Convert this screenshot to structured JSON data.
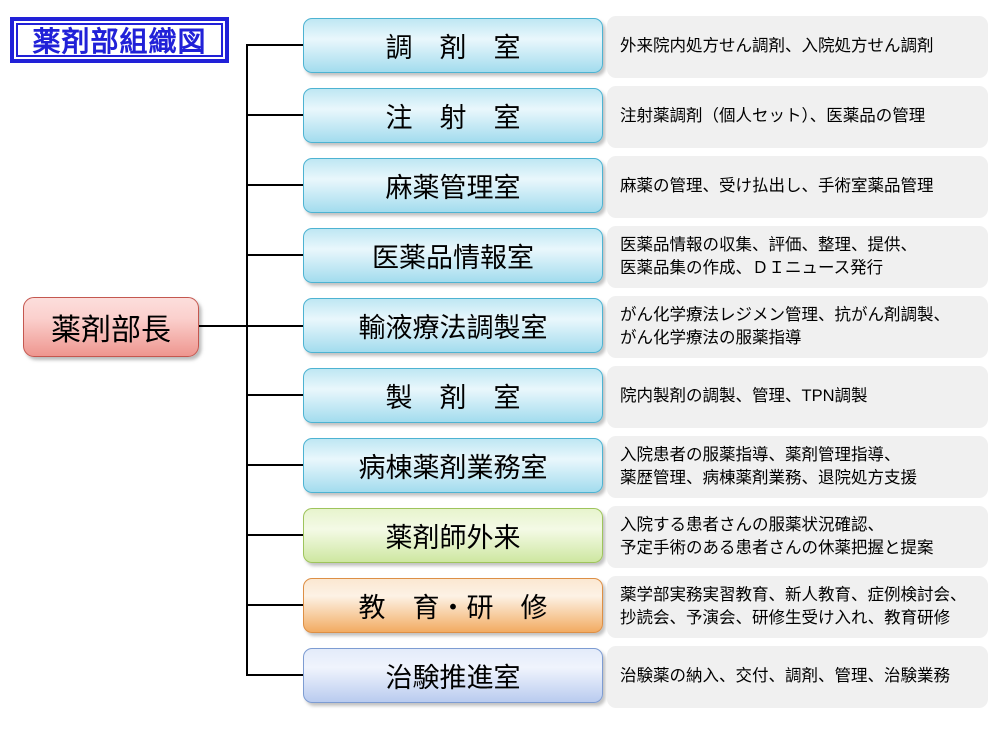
{
  "title": "薬剤部組織図",
  "leader": {
    "label": "薬剤部長"
  },
  "rows": [
    {
      "label": "調　剤　室",
      "desc": "外来院内処方せん調剤、入院処方せん調剤",
      "scheme": "cyan"
    },
    {
      "label": "注　射　室",
      "desc": "注射薬調剤（個人セット）、医薬品の管理",
      "scheme": "cyan"
    },
    {
      "label": "麻薬管理室",
      "desc": "麻薬の管理、受け払出し、手術室薬品管理",
      "scheme": "cyan"
    },
    {
      "label": "医薬品情報室",
      "desc": "医薬品情報の収集、評価、整理、提供、\n医薬品集の作成、ＤＩニュース発行",
      "scheme": "cyan"
    },
    {
      "label": "輸液療法調製室",
      "desc": "がん化学療法レジメン管理、抗がん剤調製、\nがん化学療法の服薬指導",
      "scheme": "cyan"
    },
    {
      "label": "製　剤　室",
      "desc": "院内製剤の調製、管理、TPN調製",
      "scheme": "cyan"
    },
    {
      "label": "病棟薬剤業務室",
      "desc": "入院患者の服薬指導、薬剤管理指導、\n薬歴管理、病棟薬剤業務、退院処方支援",
      "scheme": "cyan"
    },
    {
      "label": "薬剤師外来",
      "desc": "入院する患者さんの服薬状況確認、\n予定手術のある患者さんの休薬把握と提案",
      "scheme": "green"
    },
    {
      "label": "教　育・研　修",
      "desc": "薬学部実務実習教育、新人教育、症例検討会、\n抄読会、予演会、研修生受け入れ、教育研修",
      "scheme": "orange"
    },
    {
      "label": "治験推進室",
      "desc": "治験薬の納入、交付、調剤、管理、治験業務",
      "scheme": "blue"
    }
  ],
  "colors": {
    "title_blue": "#2121d8",
    "line_black": "#000000",
    "desc_panel_gray": "#f0f0f0",
    "leader_border": "#c4574f",
    "leader_gradient": [
      "#fcdedc",
      "#ee968f"
    ],
    "cyan_border": "#4db3d2",
    "cyan_gradient": [
      "#bfe7f3",
      "#e9f7fc",
      "#a3dcee"
    ],
    "green_border": "#9ec45c",
    "green_gradient": [
      "#e7f4cd",
      "#cee7a1"
    ],
    "orange_border": "#dd8f45",
    "orange_gradient": [
      "#fbe7d1",
      "#f2ab62"
    ],
    "blue_border": "#7d9cd2",
    "blue_gradient": [
      "#e3ebfa",
      "#b9cbef"
    ]
  }
}
